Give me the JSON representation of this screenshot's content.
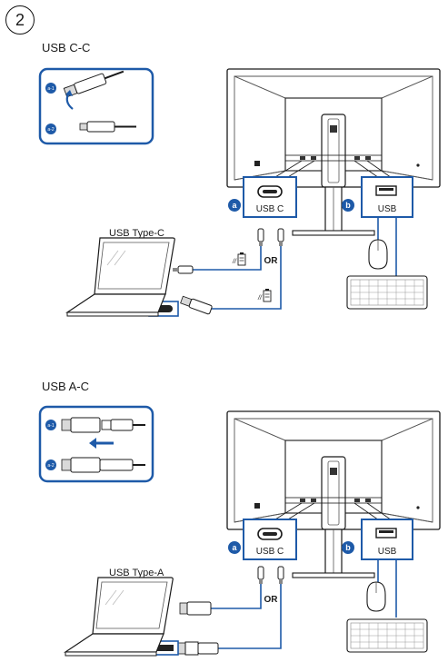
{
  "step_number": "2",
  "top_section": {
    "title": "USB C-C",
    "laptop_label": "USB Type-C",
    "port_a_label": "USB C",
    "port_b_label": "USB",
    "or_label": "OR",
    "inset_badges": [
      "a-1",
      "a-2"
    ],
    "callout_letters": [
      "a",
      "b"
    ]
  },
  "bottom_section": {
    "title": "USB A-C",
    "laptop_label": "USB Type-A",
    "port_a_label": "USB C",
    "port_b_label": "USB",
    "or_label": "OR",
    "inset_badges": [
      "a-1",
      "a-2"
    ],
    "callout_letters": [
      "a",
      "b"
    ]
  },
  "colors": {
    "accent": "#1e5aa8",
    "line": "#1a1a1a",
    "gray": "#8a8a8a",
    "light_gray": "#d9d9d9"
  }
}
